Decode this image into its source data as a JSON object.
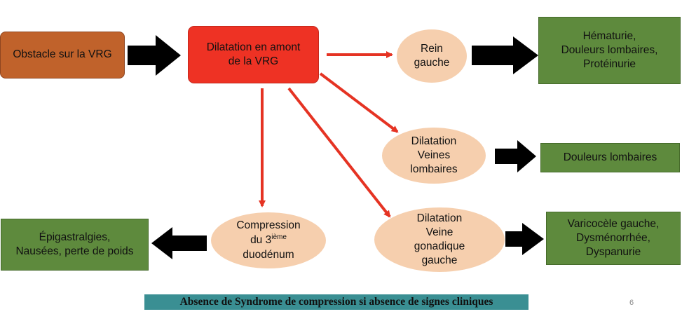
{
  "nodes": {
    "obstacle": "Obstacle sur la VRG",
    "dilatation": "Dilatation en amont\nde la VRG",
    "rein": "Rein\ngauche",
    "hematurie": "Hématurie,\nDouleurs  lombaires,\nProtéinurie",
    "veines_lombaires": "Dilatation\nVeines\nlombaires",
    "douleurs_lombaires": "Douleurs lombaires",
    "compression_line1": "Compression",
    "compression_du": "du 3",
    "compression_sup": "ième",
    "compression_line3": "duodénum",
    "veine_gonadique": "Dilatation\nVeine\ngonadique\ngauche",
    "varicocele": "Varicocèle gauche,\nDysménorrhée,\nDyspanurie",
    "epigastralgies": "Épigastralgies,\nNausées, perte de poids"
  },
  "caption": "Absence de Syndrome de compression si absence de signes cliniques",
  "page_number": "6",
  "colors": {
    "obstacle": "#c0622b",
    "dilatation": "#ee3224",
    "green_box": "#5e8a3d",
    "ellipse": "#f6cfae",
    "red_arrow": "#e53323",
    "black_arrow": "#000000",
    "caption_bg": "#3a8f93"
  }
}
